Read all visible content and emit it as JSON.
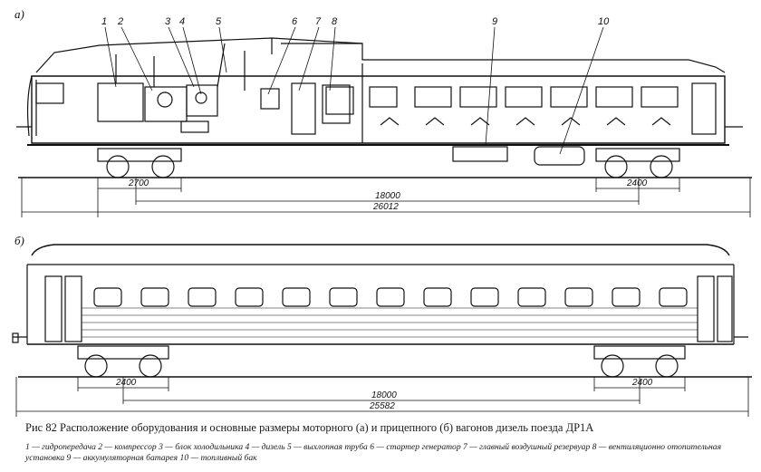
{
  "panels": {
    "a": "а)",
    "b": "б)"
  },
  "callouts": [
    "1",
    "2",
    "3",
    "4",
    "5",
    "6",
    "7",
    "8",
    "9",
    "10"
  ],
  "dimensions": {
    "top": {
      "left_bogie": "2700",
      "right_bogie": "2400",
      "inner": "18000",
      "overall": "26012"
    },
    "bottom": {
      "left_bogie": "2400",
      "right_bogie": "2400",
      "inner": "18000",
      "overall": "25582"
    }
  },
  "caption": "Рис 82 Расположение оборудования и основные размеры моторного (а) и прицепного (б) вагонов дизель поезда ДР1А",
  "legend": "1 — гидропередача 2 — компрессор 3 — блок холодильника 4 — дизель 5 — выхлопная труба 6 — стартер генератор 7 — главный воздушный резервуар 8 — вентиляционно отопительная установка 9 — аккумуляторная батарея 10 — топливный бак"
}
